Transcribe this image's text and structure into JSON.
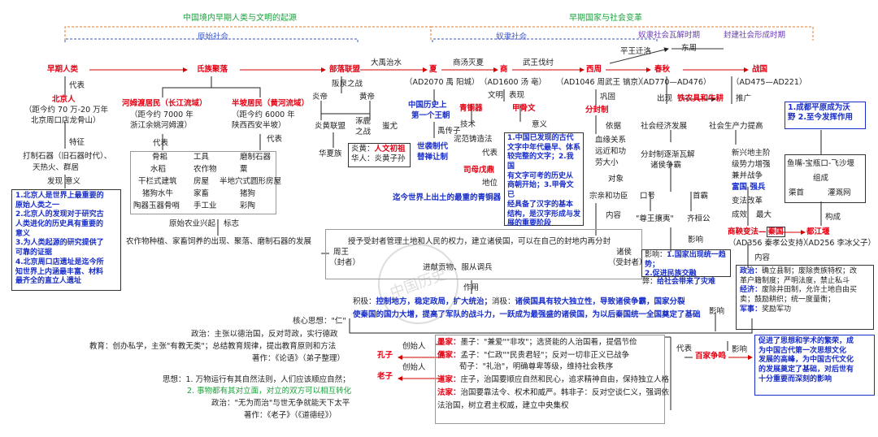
{
  "header": {
    "left": "中国境内早期人类与文明的起源",
    "right": "早期国家与社会变革"
  },
  "eras": {
    "primitive": "原始社会",
    "slave": "奴隶社会",
    "slave_collapse": "奴隶社会瓦解时期",
    "feudal": "封建社会形成时期"
  },
  "main": {
    "early_humans": "早期人类",
    "clan": "氏族聚落",
    "tribe": "部落联盟",
    "dayu": "大禹治水",
    "xia": "夏",
    "tang": "商汤灭夏",
    "shang": "商",
    "wuwang": "武王伐纣",
    "xizhou": "西周",
    "pingwang": "平王迁洛",
    "dongzhou": "东周",
    "chunqiu": "春秋",
    "zhanguo": "战国"
  },
  "peking": {
    "daibiao": "代表",
    "name": "北京人",
    "desc1": "（距今约 70 万-20 万年",
    "desc2": "北京周口店龙骨山）",
    "tezheng": "特征",
    "tools": "打制石器（旧石器时代）、",
    "fire": "天热火、群居",
    "find": "发现 意义",
    "sig": [
      "1.北京人是世界上最重要的",
      "原始人类之一",
      "2.北京人的发现对于研究古",
      "人类进化的历史具有重要的",
      "意义",
      "3.为人类起源的研究提供了",
      "可靠的证据",
      "4.北京周口店遗址是迄今所",
      "知世界上内涵最丰富、材料",
      "最齐全的直立人遗址"
    ]
  },
  "clan": {
    "hemudu": "河姆渡居民（长江流域）",
    "hemudu_d1": "（距今约 7000 年",
    "hemudu_d2": "浙江余姚河姆渡）",
    "banpo": "半坡居民（黄河流域）",
    "banpo_d1": "（距今约 6000 年",
    "banpo_d2": "陕西西安半坡）",
    "daibiao": "代表",
    "left": [
      "骨耜",
      "水稻",
      "干栏式建筑",
      "猪狗水牛",
      "陶器玉器骨哨"
    ],
    "mid": [
      "工具",
      "农作物",
      "房屋",
      "家畜",
      "手工业"
    ],
    "right": [
      "磨制石器",
      "粟",
      "半地穴式圆形房屋",
      "猪狗",
      "彩陶"
    ],
    "agri": "原始农业兴起",
    "biaozhi": "标志",
    "result": "农作物种植、家畜饲养的出现、聚落、磨制石器的发展"
  },
  "tribe": {
    "banquan": "阪泉之战",
    "yandi": "炎帝",
    "huangdi": "黄帝",
    "yanhuang": "炎黄联盟",
    "zhulu": "涿鹿",
    "zhizhan": "之战",
    "chiyou": "蚩尤",
    "huaxia": "华夏族",
    "yanhuang_k": "炎黄：",
    "yanhuang_v": "人文初祖",
    "huaren_k": "华人：",
    "huaren_v": "炎黄子孙"
  },
  "xia": {
    "date": "（AD2070 禹 阳城）",
    "first1": "中国历史上",
    "first2": "第一个王朝",
    "yuchuan": "禹传子",
    "shixi1": "世袭制代",
    "shixi2": "替禅让制"
  },
  "shang": {
    "date": "（AD1600 汤 亳）",
    "wenming": "文明",
    "biaoxian": "表现",
    "bronze": "青铜器",
    "oracle": "甲骨文",
    "jishu": "技术",
    "yiyi": "意义",
    "casting": "泥范铸造法",
    "daibiao": "代表",
    "simuwu": "司母戊鼎",
    "diwei": "地位",
    "bronze_note": "迄今世界上出土的最重的青铜器",
    "oracle_sig": [
      "1.中国已发现的古代",
      "文字中年代最早、体系",
      "较完整的文字；2.我国",
      "有文字可考的历史从",
      "商朝开始；3.甲骨文已",
      "经具备了汉字的基本",
      "结构，是汉字形成与发",
      "展的重要阶段"
    ]
  },
  "zhou": {
    "date": "（AD1046 周武王 镐京）",
    "gonggu": "巩固",
    "fenfeng": "分封制",
    "yiju": "依据",
    "blood": [
      "血缘关系",
      "远近和功",
      "劳大小"
    ],
    "duixiang": "对象",
    "zongqin": "宗亲和功臣",
    "neirong": "内容",
    "content": "授予受封者管理土地和人民的权力，建立诸侯国，可以在自己的封地内再分封",
    "king": "周王",
    "king_sub": "（封者）",
    "lord": "诸侯",
    "lord_sub": "（受封者）",
    "tribute": "进献贡物、服从调兵",
    "zuoyong": "作用",
    "pos_k": "积极：",
    "pos_v": "控制地方，稳定政局，扩大统治；",
    "neg_k": "消极：",
    "neg_v": "诸侯国具有较大独立性，导致诸侯争霸，国家分裂"
  },
  "spring": {
    "date": "（AD770—AD476）",
    "zhanguo_date": "（AD475—AD221）",
    "chuxian": "出现",
    "iron": "铁农具和牛耕",
    "tuiguang": "推广",
    "econ": "社会经济发展",
    "prod": "社会生产力提高",
    "fengfen": "分封制逐渐瓦解",
    "zhuhou": "诸侯争霸",
    "kouhao": "口号",
    "shouba": "首霸",
    "zunwang": "\"尊王攘夷\"",
    "huangong": "齐桓公",
    "newlord": [
      "新兴地主阶",
      "级势力增强",
      "兼并战争"
    ],
    "fuguo": "富国",
    "qiangbing": "强兵",
    "bianfa": "变法改革",
    "chengxiao": "成效",
    "zuida": "最大",
    "reform": "商鞅变法",
    "qin": "秦国",
    "reform_date": "（AD356 秦孝公支持）",
    "yingxiang": "影响",
    "hegemony_k": "影响：",
    "hegemony": "1.国家出现统一趋势；",
    "hegemony2": "2.促进民族交融",
    "hegemony3_k": "弊：",
    "hegemony3": "给社会带来了灾难",
    "dujiang": "都江堰",
    "dujiang_date": "（AD256 李冰父子）",
    "goucheng": "构成",
    "zucheng": "组成",
    "dujiang_parts": [
      "鱼嘴-宝瓶口-飞沙堰",
      "渠首",
      "灌溉网"
    ],
    "dujiang_eff": "1.成都平原成为沃",
    "dujiang_eff2": "野 2.至今发挥作用",
    "reform_nr": "内容",
    "reform_pol_k": "政治：",
    "reform_pol": [
      "确立县制；废除贵族特权；改",
      "革户籍制度；严明法度，禁止私斗"
    ],
    "reform_eco_k": "经济：",
    "reform_eco": [
      "废除井田制，允许土地自由买",
      "卖；鼓励耕织；统一度量衡；"
    ],
    "reform_mil_k": "军事：",
    "reform_mil": "奖励军功",
    "qin_result": "使秦国的国力大增，提高了军队的战斗力，一跃成为最强盛的诸侯国，为以后秦国统一全国奠定了基础",
    "qin_yx": "影响"
  },
  "thinkers": {
    "daibiao": "代表",
    "baijia": "百家争鸣",
    "yingxiang": "影响",
    "effect": [
      "促进了思想和学术的繁荣，成",
      "为中国古代第一次思想文化",
      "发展的高峰，为中国古代文化",
      "的发展奠定了基础，对后世有",
      "十分重要而深刻的影响"
    ],
    "mo_k": "墨家：",
    "mo_v": "墨子：\"兼爱\"\"非攻\"；选贤能的人治国看，提倡节俭",
    "ru_k": "儒家：",
    "ru_v1": "孟子：\"仁政\"\"民贵君轻\"；反对一切非正义已战争",
    "ru_v2": "荀子：\"礼治\"，明确尊卑等级，维持社会秩序",
    "dao_k": "道家：",
    "dao_v": "庄子，治国要顺应自然和民心，追求精神自由，保持独立人格",
    "fa_k": "法家：",
    "fa_v1": "治国要靠法令、权术和威严。韩非子：反对空谈仁义，强调依",
    "fa_v2": "法治国，树立君主权威，建立中央集权",
    "kongzi": "孔子",
    "chuangshi": "创始人",
    "laozi": "老子",
    "kz_core": "核心思想：\"仁\"",
    "kz_pol": "政治：主张以德治国，反对苛政，实行德政",
    "kz_edu": "教育：创办私学，主张\"有教无类\"；总结教育规律，提出教育原则和方法",
    "kz_book": "著作：《论语》（弟子整理）",
    "lz_th1": "思想：1. 万物运行有其自然法则，人们应该顺应自然；",
    "lz_th2": "2. 事物都有其对立面，对立的双方可以相互转化",
    "lz_pol": "政治：\"无为而治\"与世无争就能天下太平",
    "lz_book": "著作：《老子》（《道德经》）"
  }
}
